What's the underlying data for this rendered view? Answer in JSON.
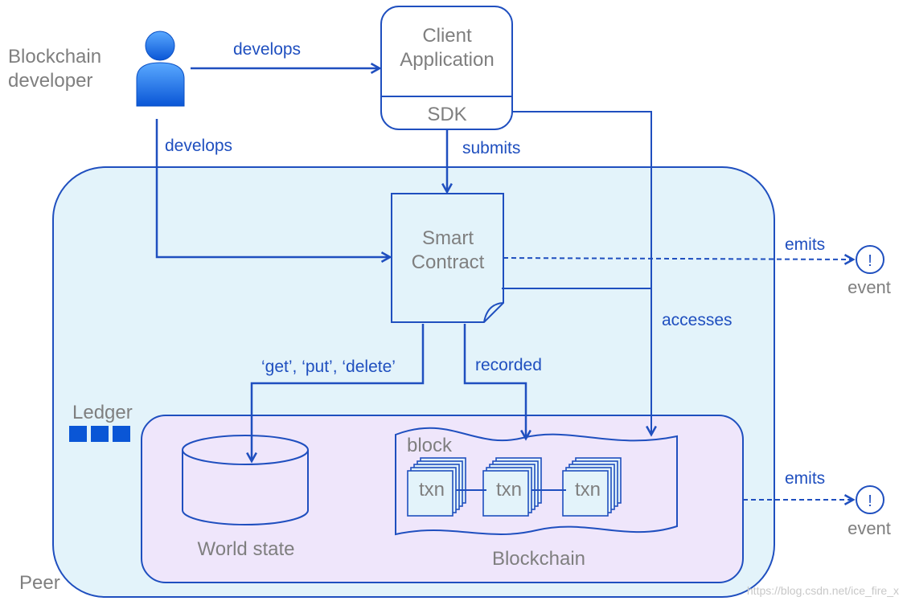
{
  "actors": {
    "developer_label_line1": "Blockchain",
    "developer_label_line2": "developer"
  },
  "client_app": {
    "title_line1": "Client",
    "title_line2": "Application",
    "sdk_label": "SDK"
  },
  "peer": {
    "label": "Peer"
  },
  "smart_contract": {
    "title_line1": "Smart",
    "title_line2": "Contract"
  },
  "ledger": {
    "label": "Ledger",
    "world_state_label": "World state",
    "blockchain_label": "Blockchain",
    "block_label": "block",
    "txn_labels": [
      "txn",
      "txn",
      "txn"
    ]
  },
  "edges": {
    "develops_client": "develops",
    "develops_contract": "develops",
    "submits": "submits",
    "accesses": "accesses",
    "get_put_delete": "‘get’, ‘put’, ‘delete’",
    "recorded": "recorded",
    "emits_contract": "emits",
    "emits_ledger": "emits"
  },
  "events": {
    "symbol": "!",
    "label_1": "event",
    "label_2": "event"
  },
  "watermark": "https://blog.csdn.net/ice_fire_x",
  "colors": {
    "accent_blue": "#1f4fbf",
    "peer_fill": "#e3f3fa",
    "ledger_fill": "#efe6fb",
    "gray_text": "#7f7f7f"
  }
}
